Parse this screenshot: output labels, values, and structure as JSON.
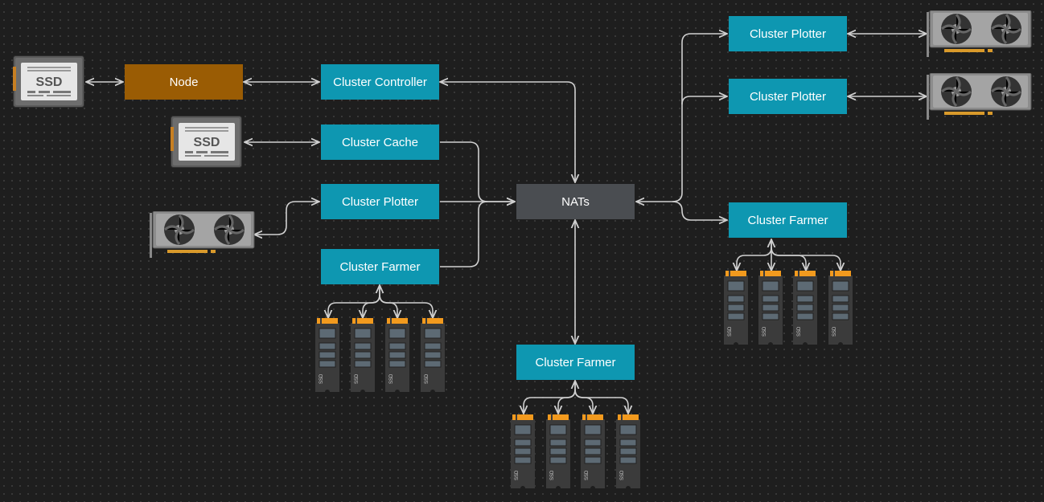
{
  "boxes": {
    "node": "Node",
    "cluster_controller": "Cluster Controller",
    "cluster_cache": "Cluster Cache",
    "cluster_plotter_left": "Cluster Plotter",
    "cluster_farmer_left": "Cluster Farmer",
    "nats": "NATs",
    "cluster_farmer_bottom": "Cluster Farmer",
    "cluster_plotter_top_right": "Cluster Plotter",
    "cluster_plotter_mid_right": "Cluster Plotter",
    "cluster_farmer_right": "Cluster Farmer"
  },
  "hardware": {
    "ssd_label": "SSD",
    "nvme_label": "SSD"
  },
  "colors": {
    "teal": "#0e97b1",
    "node": "#9a5c04",
    "nats": "#4a4d51",
    "wire": "#d0d0d0",
    "nvme_connector": "#f29a1e"
  }
}
